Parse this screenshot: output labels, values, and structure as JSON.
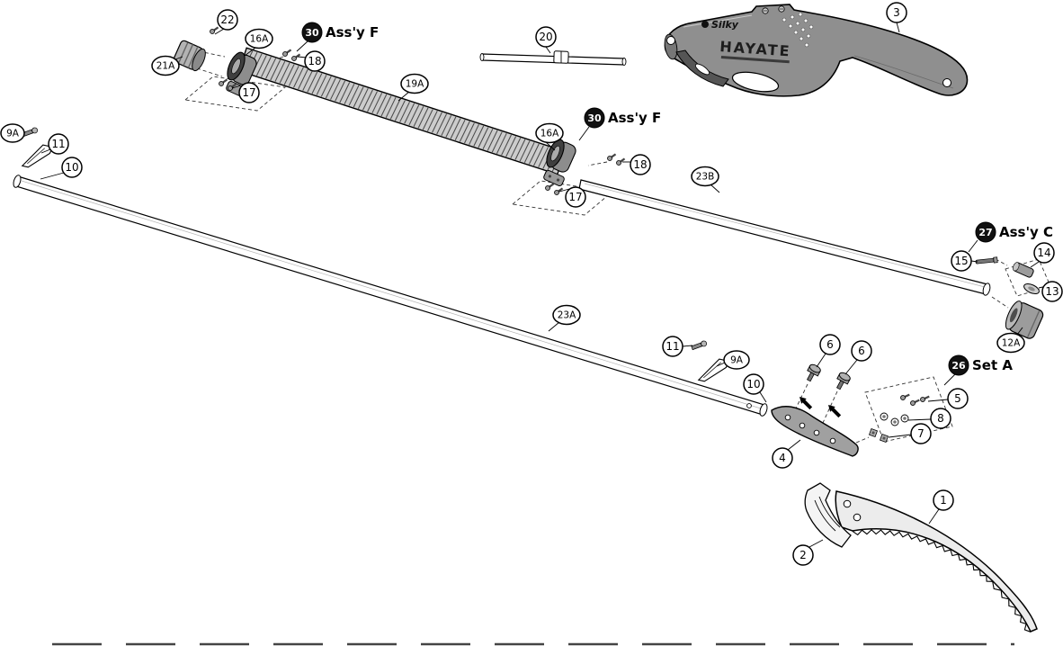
{
  "page": {
    "background": "#ffffff"
  },
  "brand": {
    "logo": "Silky",
    "model": "HAYATE"
  },
  "assemblies": {
    "assy_f": {
      "num": "30",
      "label": "Ass'y F"
    },
    "assy_c": {
      "num": "27",
      "label": "Ass'y C"
    },
    "set_a": {
      "num": "26",
      "label": "Set A"
    }
  },
  "parts": {
    "1": "1",
    "2": "2",
    "3": "3",
    "4": "4",
    "5": "5",
    "6": "6",
    "7": "7",
    "8": "8",
    "9A": "9A",
    "10": "10",
    "11": "11",
    "12A": "12A",
    "13": "13",
    "14": "14",
    "15": "15",
    "16A": "16A",
    "17": "17",
    "18": "18",
    "19A": "19A",
    "20": "20",
    "21A": "21A",
    "22": "22",
    "23A": "23A",
    "23B": "23B"
  },
  "colors": {
    "line": "#000000",
    "metal": "#8f8f8f",
    "badge": "#111111"
  }
}
